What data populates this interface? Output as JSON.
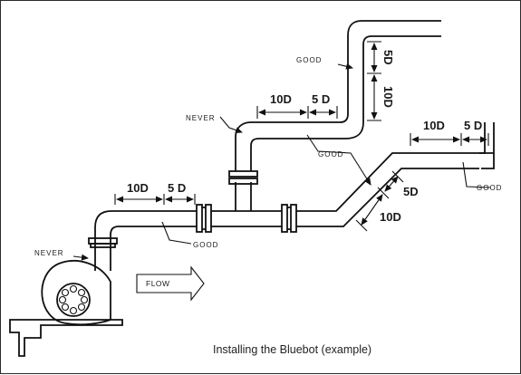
{
  "caption": "Installing the Bluebot (example)",
  "labels": {
    "never_top": "NEVER",
    "never_pump": "NEVER",
    "good_top": "GOOD",
    "good_mid": "GOOD",
    "good_bottom": "GOOD",
    "good_right": "GOOD",
    "flow": "FLOW"
  },
  "dimensions": {
    "d10_left": "10D",
    "d5_left": "5 D",
    "d10_top": "10D",
    "d5_top": "5 D",
    "d5_vertical": "5D",
    "d10_vertical": "10D",
    "d10_right": "10D",
    "d5_right": "5 D",
    "d5_diag": "5D",
    "d10_diag": "10D"
  },
  "colors": {
    "line": "#111111",
    "background": "#ffffff"
  }
}
